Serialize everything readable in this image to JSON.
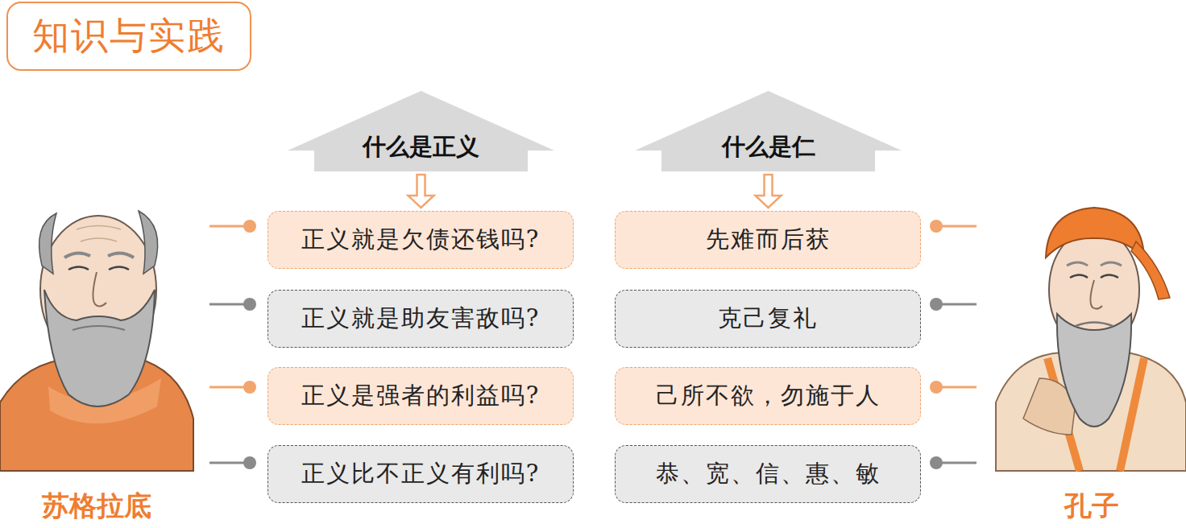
{
  "diagram": {
    "title": "知识与实践",
    "nodes": [
      {
        "text": [
          "什么是正义"
        ]
      },
      {
        "text": [
          "正义就是欠债还钱吗?"
        ]
      },
      {
        "text": [
          "正义就是助友害敌吗?"
        ]
      },
      {
        "text": [
          "正义是强者的利益吗?"
        ]
      },
      {
        "text": [
          "正义比不正义有利吗?"
        ]
      },
      {
        "text": [
          "什么是仁"
        ]
      },
      {
        "text": [
          "先难而后获"
        ]
      },
      {
        "text": [
          "克己复礼"
        ]
      },
      {
        "text": [
          "己所不欲，勿施于人"
        ]
      },
      {
        "text": [
          "恭、宽、信、惠、敏"
        ]
      }
    ],
    "edges": [
      {
        "from": 0,
        "to": 1,
        "arrow": "to"
      },
      {
        "from": 5,
        "to": 6,
        "arrow": "to"
      }
    ],
    "labels": [
      "苏格拉底",
      "孔子"
    ]
  }
}
